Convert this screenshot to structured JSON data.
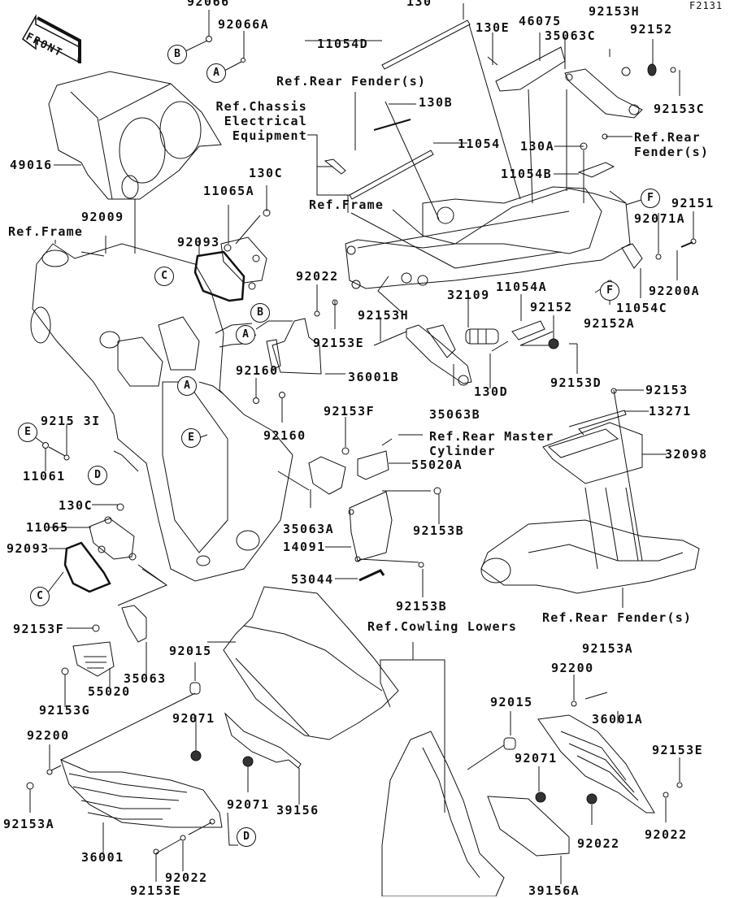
{
  "diagram": {
    "code": "F2131",
    "front_label": "FRONT",
    "part_numbers": [
      "92066",
      "92066A",
      "130",
      "11054D",
      "130E",
      "46075",
      "35063C",
      "92153H",
      "92152",
      "92153C",
      "130B",
      "11054",
      "130A",
      "11054B",
      "49016",
      "130C",
      "11065A",
      "92009",
      "92093",
      "F",
      "92151",
      "92071A",
      "92200A",
      "92152A",
      "11054C",
      "92022",
      "92153E",
      "32109",
      "11054A",
      "92153H",
      "92152",
      "92160",
      "36001B",
      "92160",
      "130D",
      "92153D",
      "35063B",
      "92153",
      "13271",
      "9215 3I",
      "11061",
      "92153F",
      "55020A",
      "32098",
      "35063A",
      "130C",
      "11065",
      "92093",
      "14091",
      "92153B",
      "53044",
      "92153B",
      "92153F",
      "35063",
      "55020",
      "92153G",
      "92015",
      "92153A",
      "92200",
      "92015",
      "36001A",
      "92071",
      "92200",
      "92153A",
      "92071",
      "39156",
      "92153E",
      "92071",
      "92022",
      "36001",
      "92022",
      "92153E",
      "39156A"
    ],
    "references": {
      "rear_fender_top": "Ref.Rear Fender(s)",
      "chassis_electrical": "Ref.Chassis\nElectrical\nEquipment",
      "rear_fender_right": "Ref.Rear\nFender(s)",
      "frame_mid": "Ref.Frame",
      "frame_left": "Ref.Frame",
      "rear_master_cylinder": "Ref.Rear Master\nCylinder",
      "rear_fender_bottom": "Ref.Rear Fender(s)",
      "cowling_lowers": "Ref.Cowling Lowers"
    },
    "callouts": {
      "A": "A",
      "B": "B",
      "C": "C",
      "D": "D",
      "E": "E",
      "F": "F"
    }
  }
}
